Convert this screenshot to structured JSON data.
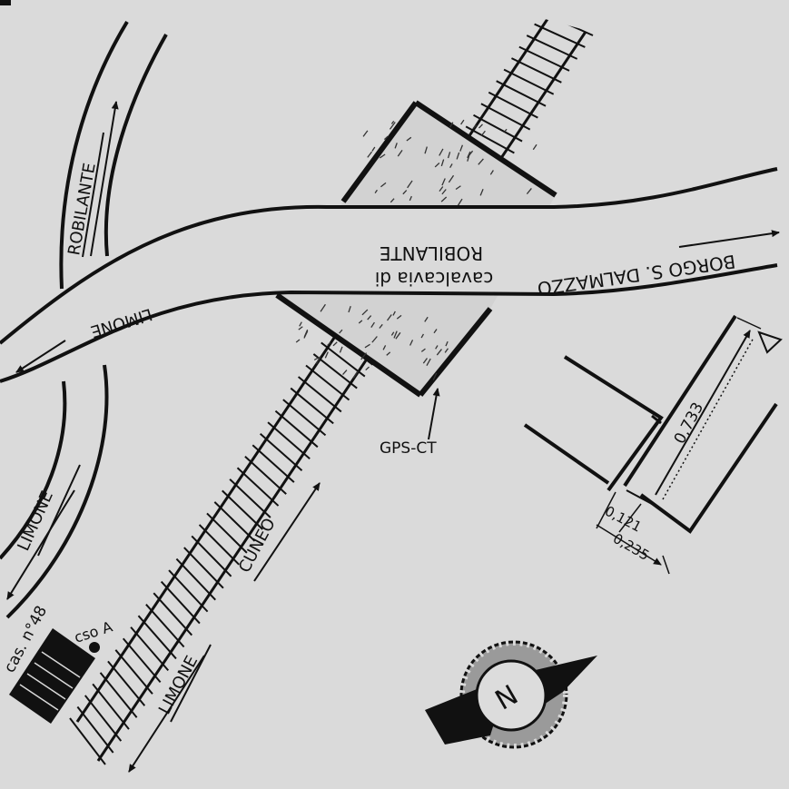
{
  "labels": {
    "robilante_nw": "ROBILANTE",
    "limone_road": "LIMONE",
    "limone_sw": "LIMONE",
    "limone_rail": "LIMONE",
    "cuneo": "CUNEO",
    "borgo": "BORGO S. DALMAZZO",
    "cavalcavia": "cavalcavia di",
    "robilante_bridge": "ROBILANTE",
    "gps": "GPS-CT",
    "cas": "cas. n°48",
    "cso": "cso A",
    "compass_letter": "N"
  },
  "dimensions": {
    "d1": "0,733",
    "d2": "0,121",
    "d3": "0,235"
  },
  "colors": {
    "background": "#dadada",
    "ink": "#111111",
    "bridge_fill": "#d2d2d2",
    "compass_ring": "#9a9a9a"
  }
}
